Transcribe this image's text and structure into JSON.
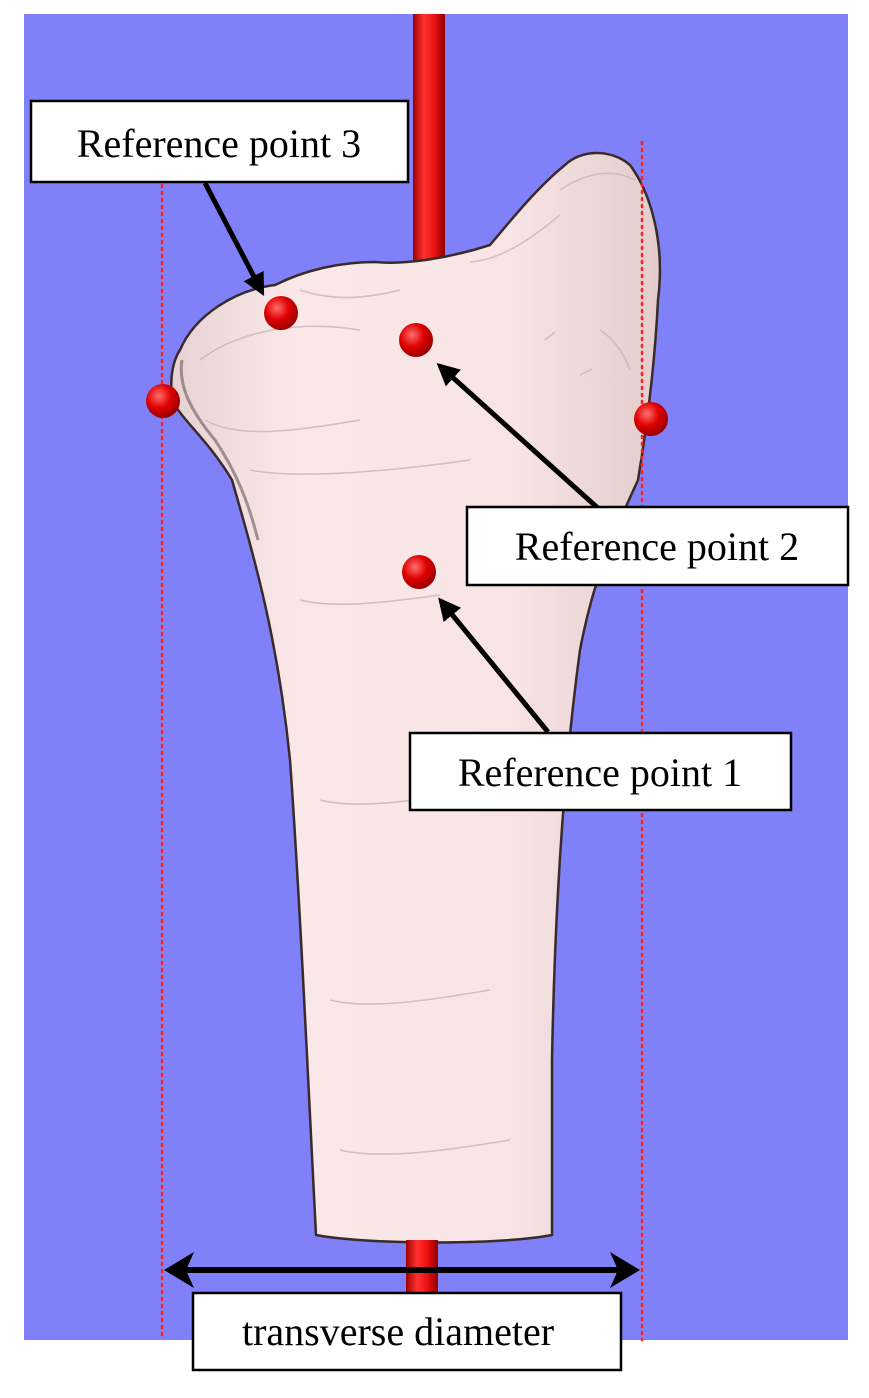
{
  "labels": {
    "reference_point_3": "Reference point 3",
    "reference_point_2": "Reference point 2",
    "reference_point_1": "Reference point 1",
    "transverse_diameter": "transverse diameter"
  },
  "colors": {
    "background": "#8080f8",
    "bone": "#f8e4e4",
    "bone_shadow": "#c8b4b4",
    "axis_rod": "#ee1111",
    "marker": "#dd0000",
    "guide_line": "#ff2020",
    "arrow": "#000000",
    "label_box": "#ffffff"
  }
}
